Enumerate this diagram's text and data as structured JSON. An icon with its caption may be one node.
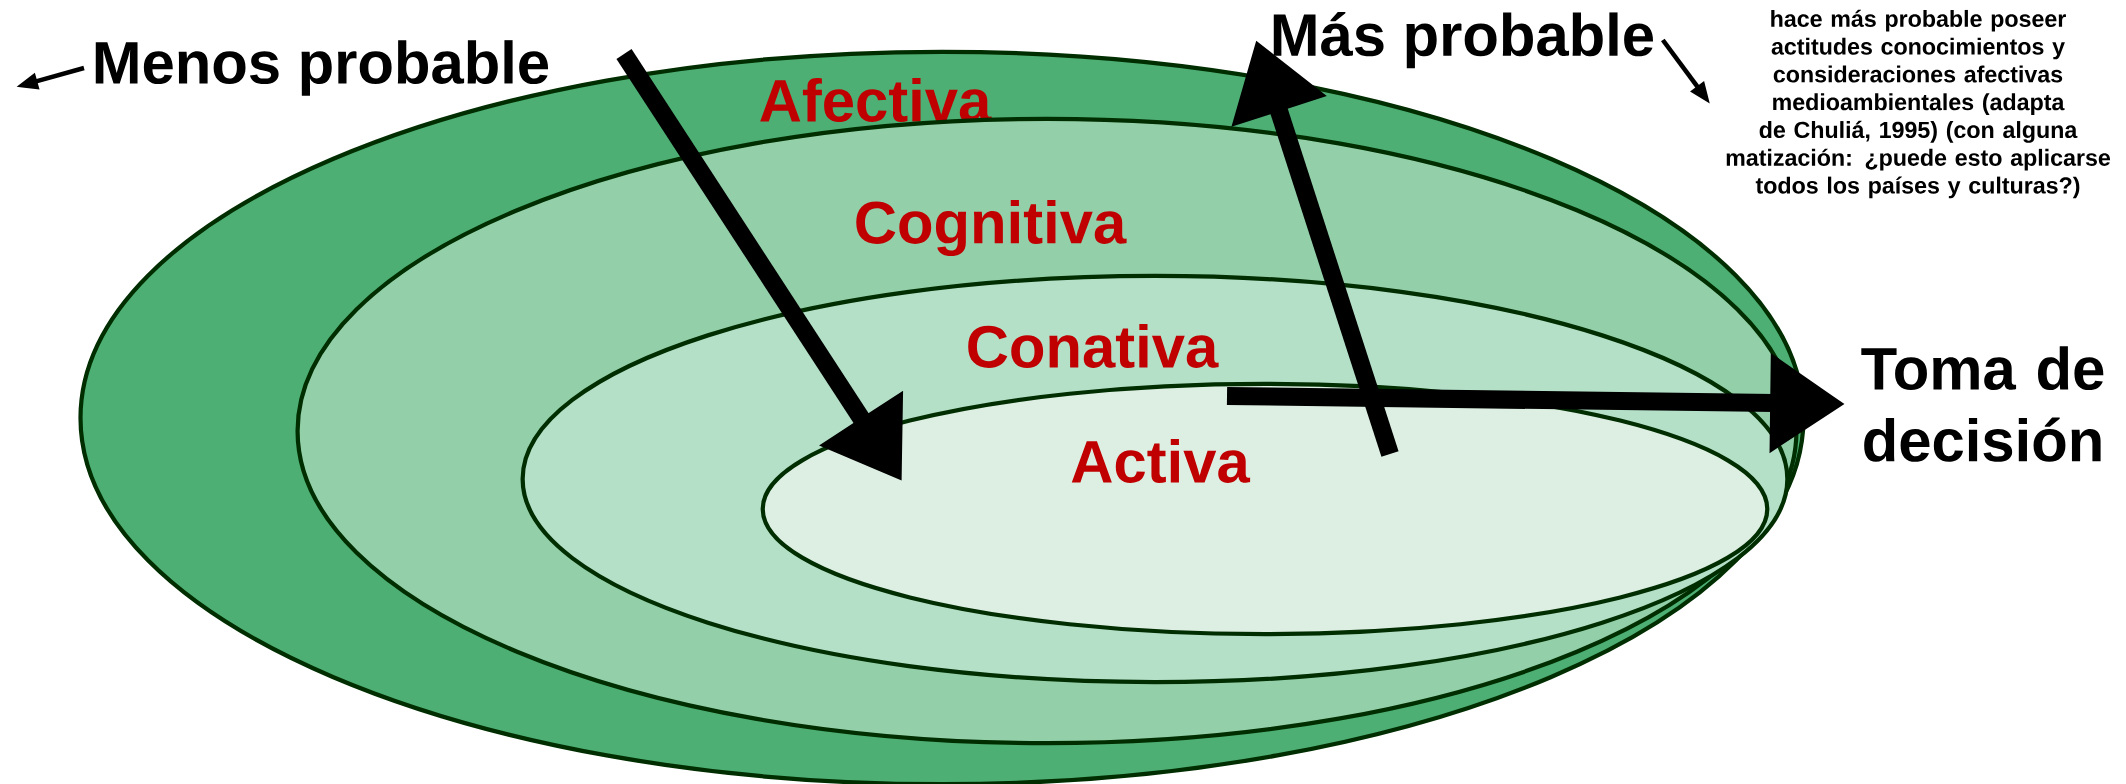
{
  "diagram": {
    "nodes": [
      {
        "text": [
          "Afectiva"
        ]
      },
      {
        "text": [
          "Cognitiva"
        ],
        "in": 0
      },
      {
        "text": [
          "Conativa"
        ],
        "in": 1
      },
      {
        "text": [
          "Activa"
        ],
        "in": 2
      },
      {
        "text": [
          "Menos probable"
        ]
      },
      {
        "text": [
          "Más probable"
        ]
      },
      {
        "text": [
          "hace más probable poseer actitudes conocimientos y consideraciones afectivas medioambientales (adapta de Chuliá, 1995) (con alguna matización: ¿puede esto aplicarse todos los países y culturas?)"
        ]
      },
      {
        "text": [
          "Toma de decisión"
        ]
      }
    ],
    "edges": [
      {
        "from": null,
        "to": 3,
        "arrow": "to"
      },
      {
        "from": 3,
        "to": 5,
        "arrow": "to"
      },
      {
        "from": 3,
        "to": 7,
        "arrow": "to"
      },
      {
        "from": 5,
        "to": 6,
        "arrow": "to"
      },
      {
        "from": 4,
        "to": null,
        "arrow": "to"
      }
    ]
  }
}
